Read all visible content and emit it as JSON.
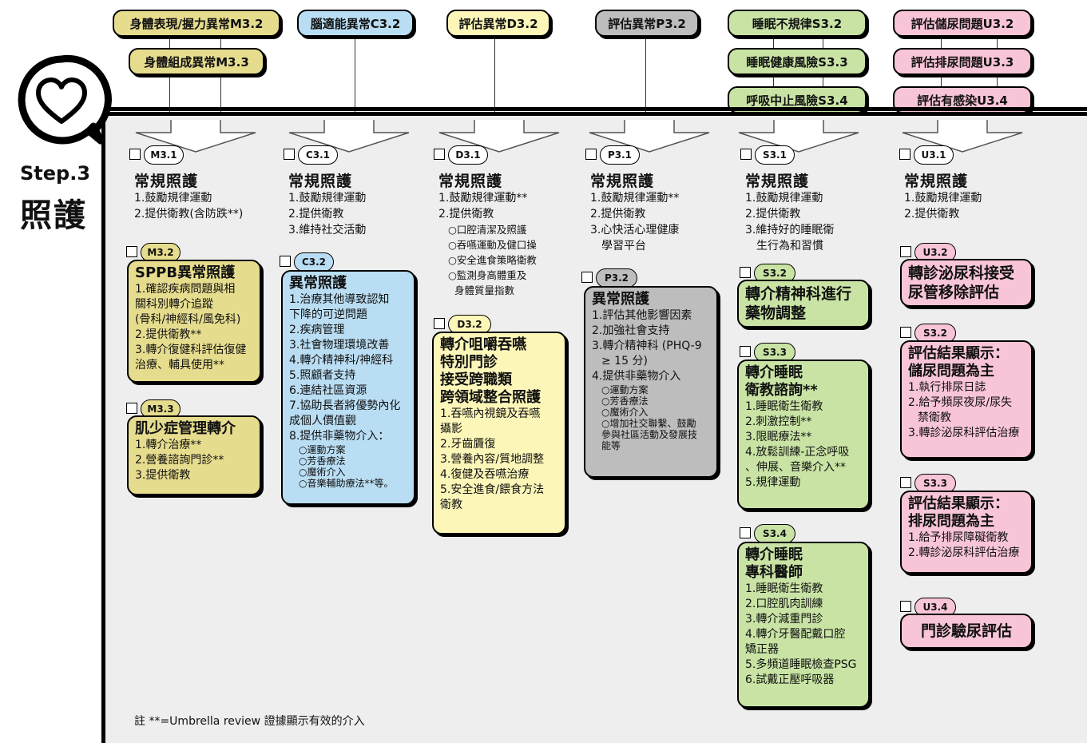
{
  "side": {
    "step": "Step.3",
    "title": "照護"
  },
  "top": {
    "m32": "身體表現/握力異常M3.2",
    "m33": "身體組成異常M3.3",
    "c32": "腦適能異常C3.2",
    "d32": "評估異常D3.2",
    "p32": "評估異常P3.2",
    "s32": "睡眠不規律S3.2",
    "s33": "睡眠健康風險S3.3",
    "s34": "呼吸中止風險S3.4",
    "u32": "評估儲尿問題U3.2",
    "u33": "評估排尿問題U3.3",
    "u34": "評估有感染U3.4"
  },
  "common_title": "常規照護",
  "codes": {
    "m31": "M3.1",
    "m32": "M3.2",
    "m33": "M3.3",
    "c31": "C3.1",
    "c32": "C3.2",
    "d31": "D3.1",
    "d32": "D3.2",
    "p31": "P3.1",
    "p32": "P3.2",
    "s31": "S3.1",
    "s32": "S3.2",
    "s33": "S3.3",
    "s34": "S3.4",
    "u31": "U3.1",
    "u32": "U3.2",
    "u33": "S3.2",
    "u34": "S3.3",
    "u35": "U3.4"
  },
  "routine": {
    "m": [
      "1.鼓勵規律運動",
      "2.提供衛教(含防跌**)"
    ],
    "c": [
      "1.鼓勵規律運動",
      "2.提供衛教",
      "3.維持社交活動"
    ],
    "d": [
      "1.鼓勵規律運動**",
      "2.提供衛教"
    ],
    "d_sub": [
      "○口腔清潔及照護",
      "○吞嚥運動及健口操",
      "○安全進食策略衛教",
      "○監測身高體重及",
      "身體質量指數"
    ],
    "p": [
      "1.鼓勵規律運動**",
      "2.提供衛教",
      "3.心快活心理健康",
      "學習平台"
    ],
    "s": [
      "1.鼓勵規律運動",
      "2.提供衛教",
      "3.維持好的睡眠衛",
      "生行為和習慣"
    ],
    "u": [
      "1.鼓勵規律運動",
      "2.提供衛教"
    ]
  },
  "boxes": {
    "m32": {
      "title": "SPPB異常照護",
      "items": [
        "1.確認疾病問題與相",
        "關科別轉介追蹤",
        "(骨科/神經科/風免科)",
        "2.提供衛教**",
        "3.轉介復健科評估復健",
        "治療、輔具使用**"
      ]
    },
    "m33": {
      "title": "肌少症管理轉介",
      "items": [
        "1.轉介治療**",
        "2.營養諮詢門診**",
        "3.提供衛教"
      ]
    },
    "c32": {
      "title": "異常照護",
      "items": [
        "1.治療其他導致認知",
        "下降的可逆問題",
        "2.疾病管理",
        "3.社會物理環境改善",
        "4.轉介精神科/神經科",
        "5.照顧者支持",
        "6.連結社區資源",
        "7.協助長者將優勢內化",
        "成個人價值觀",
        "8.提供非藥物介入："
      ],
      "sub": [
        "○運動方案",
        "○芳香療法",
        "○魔術介入",
        "○音樂輔助療法**等。"
      ]
    },
    "d32": {
      "title": [
        "轉介咀嚼吞嚥",
        "特別門診",
        "接受跨職類",
        "跨領域整合照護"
      ],
      "items": [
        "1.吞嚥內視鏡及吞嚥",
        "攝影",
        "2.牙齒贗復",
        "3.營養內容/質地調整",
        "4.復健及吞嚥治療",
        "5.安全進食/餵食方法",
        "衛教"
      ]
    },
    "p32": {
      "title": "異常照護",
      "items": [
        "1.評估其他影響因素",
        "2.加強社會支持",
        "3.轉介精神科 (PHQ-9",
        "≥ 15 分)",
        "4.提供非藥物介入"
      ],
      "sub": [
        "○運動方案",
        "○芳香療法",
        "○魔術介入",
        "○增加社交聯繫、鼓勵",
        "參與社區活動及發展技",
        "能等"
      ]
    },
    "s32": {
      "title": [
        "轉介精神科進行",
        "藥物調整"
      ]
    },
    "s33": {
      "title": [
        "轉介睡眠",
        "衛教諮詢**"
      ],
      "items": [
        "1.睡眠衛生衛教",
        "2.刺激控制**",
        "3.限眠療法**",
        "4.放鬆訓練-正念呼吸",
        "、伸展、音樂介入**",
        "5.規律運動"
      ]
    },
    "s34": {
      "title": [
        "轉介睡眠",
        "專科醫師"
      ],
      "items": [
        "1.睡眠衛生衛教",
        "2.口腔肌肉訓練",
        "3.轉介減重門診",
        "4.轉介牙醫配戴口腔",
        "矯正器",
        "5.多頻道睡眠檢查PSG",
        "6.試戴正壓呼吸器"
      ]
    },
    "u32": {
      "title": [
        "轉診泌尿科接受",
        "尿管移除評估"
      ]
    },
    "u33": {
      "title": [
        "評估結果顯示：",
        "儲尿問題為主"
      ],
      "items": [
        "1.執行排尿日誌",
        "2.給予頻尿夜尿/尿失",
        "禁衛教",
        "3.轉診泌尿科評估治療"
      ]
    },
    "u34": {
      "title": [
        "評估結果顯示：",
        "排尿問題為主"
      ],
      "items": [
        "1.給予排尿障礙衛教",
        "2.轉診泌尿科評估治療"
      ]
    },
    "u35": {
      "title": [
        "門診驗尿評估"
      ]
    }
  },
  "note": "註 **=Umbrella review 證據顯示有效的介入"
}
